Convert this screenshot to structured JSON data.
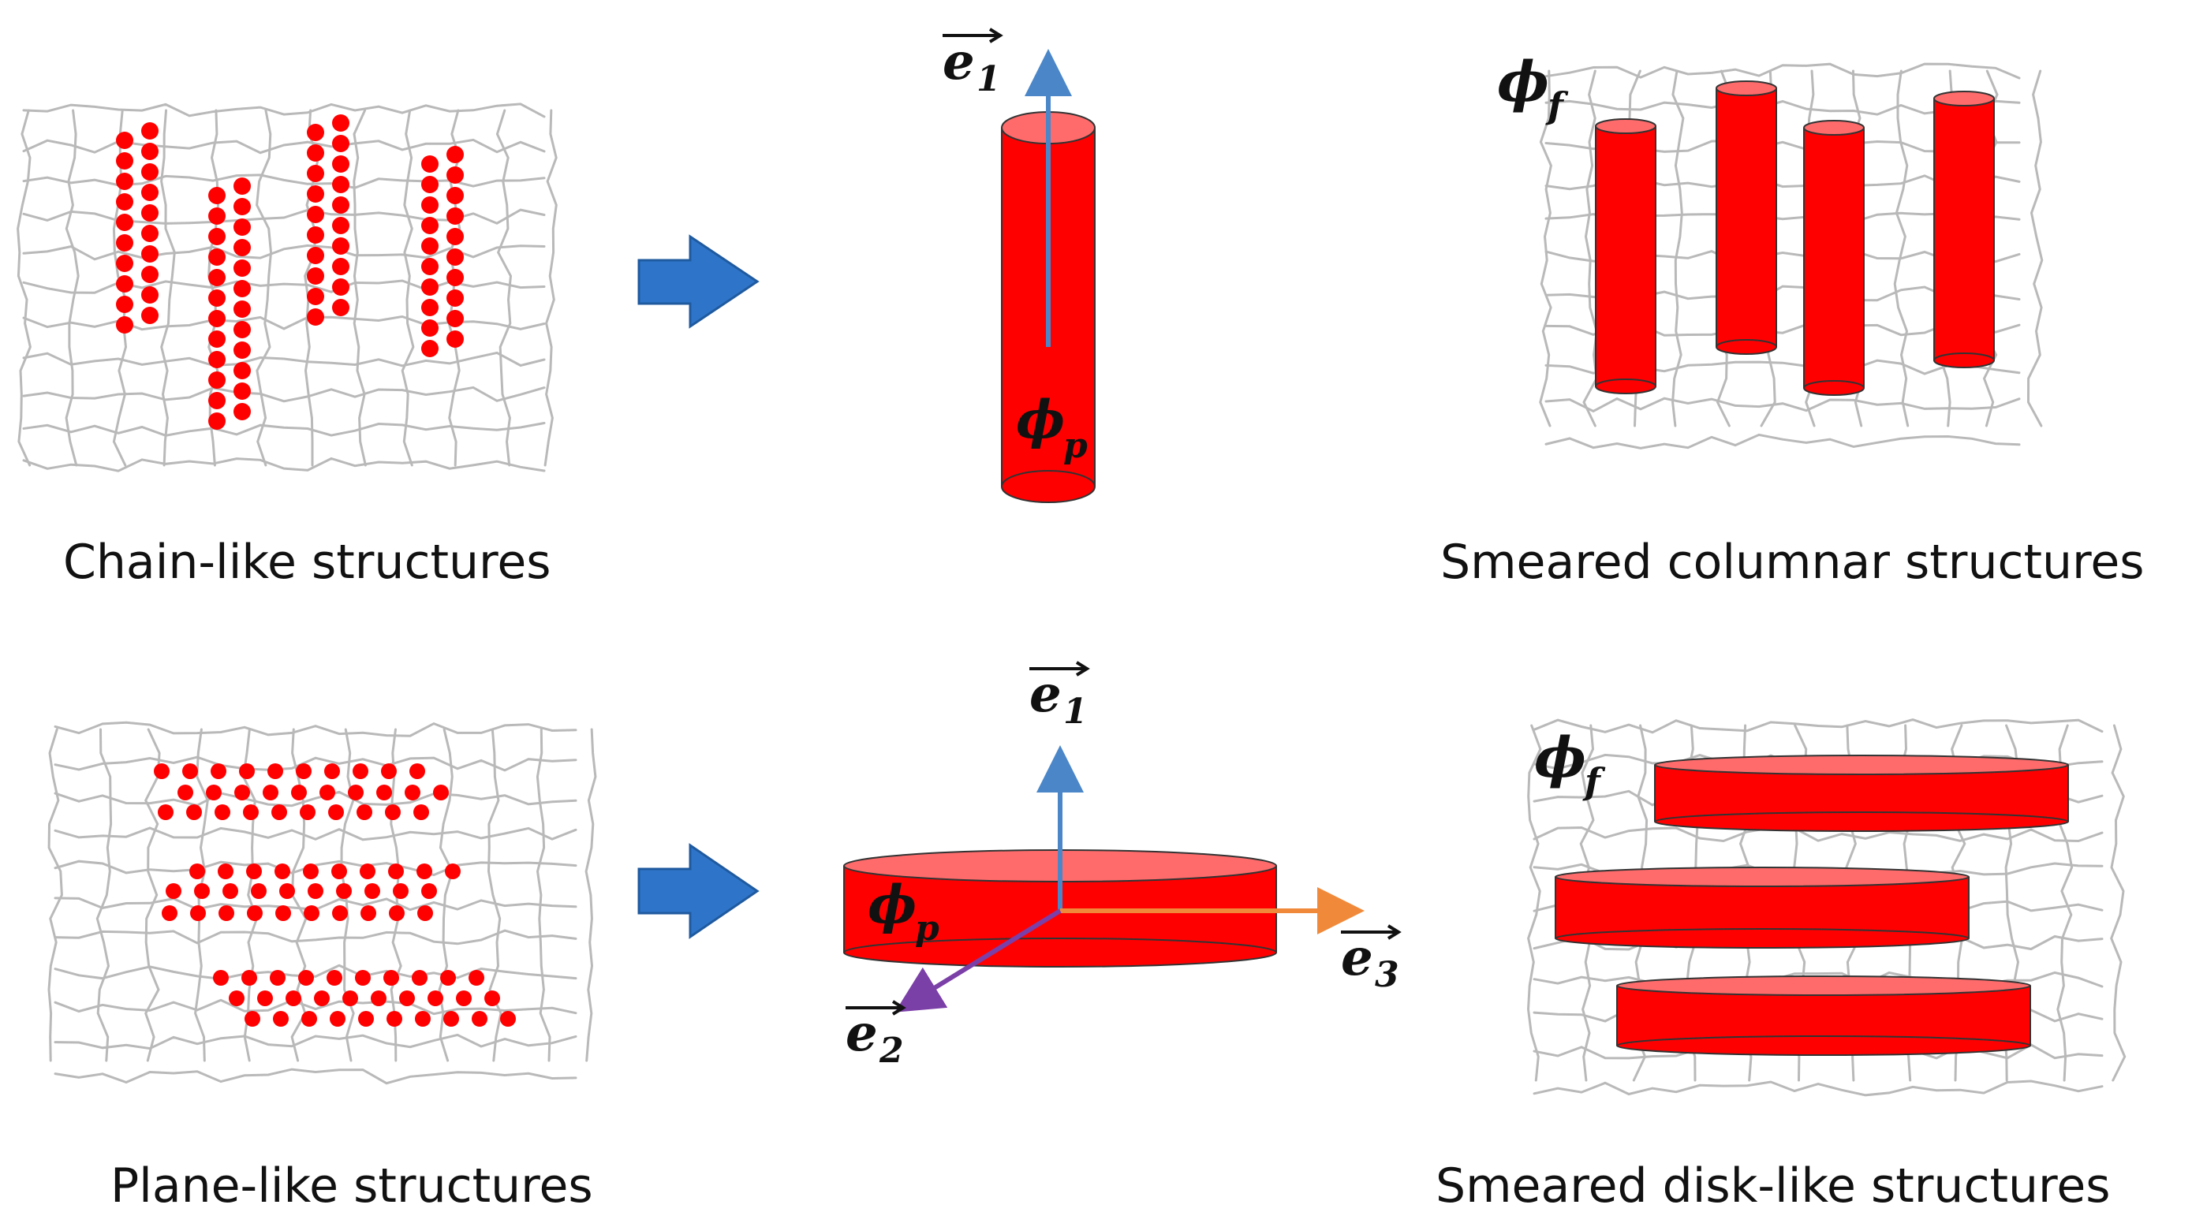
{
  "captions": {
    "chain": "Chain-like structures",
    "columnar": "Smeared columnar structures",
    "plane": "Plane-like structures",
    "disk": "Smeared disk-like structures"
  },
  "symbols": {
    "e1": "e",
    "e1_sub": "1",
    "e2": "e",
    "e2_sub": "2",
    "e3": "e",
    "e3_sub": "3",
    "phi": "ϕ",
    "phi_p_sub": "p",
    "phi_f_sub": "f"
  },
  "colors": {
    "particle_red": "#ff0000",
    "cylinder_top": "#ff6b6b",
    "arrow_blue": "#2e75c9",
    "axis_blue": "#4a86c8",
    "axis_orange": "#f08a3a",
    "axis_purple": "#7b3fa8",
    "mesh_gray": "#b9b9b9"
  },
  "icons": {
    "transform_arrow": "right-arrow-icon",
    "axis": "vector-arrow-icon"
  }
}
